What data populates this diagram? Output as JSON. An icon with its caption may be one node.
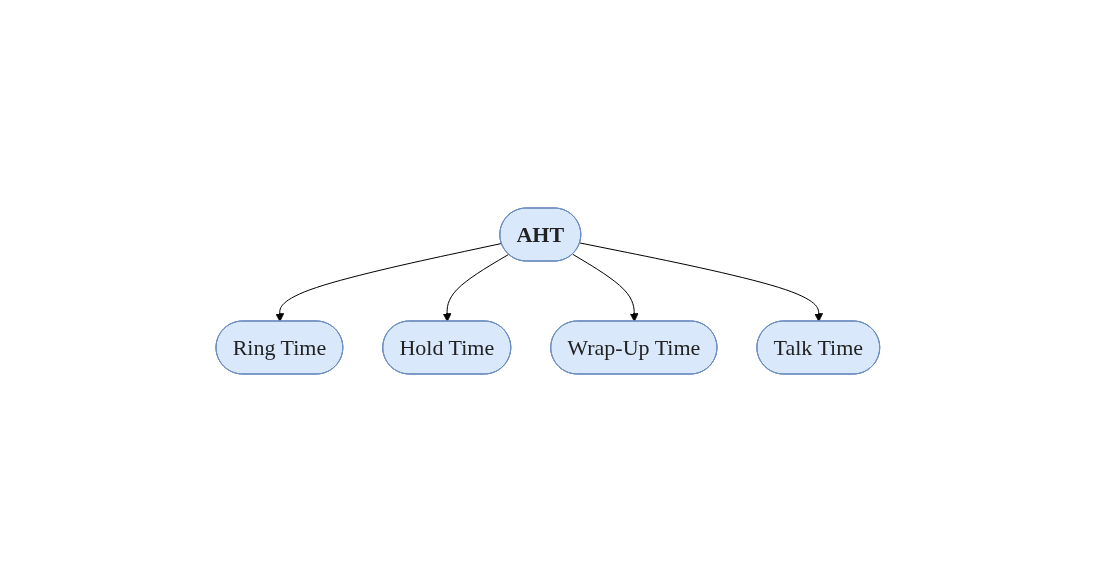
{
  "diagram": {
    "nodes": [
      {
        "text": [
          "AHT"
        ]
      },
      {
        "text": [
          "Ring Time"
        ]
      },
      {
        "text": [
          "Talk Time"
        ]
      },
      {
        "text": [
          "Hold Time"
        ]
      },
      {
        "text": [
          "Wrap-Up Time"
        ]
      }
    ],
    "edges": [
      {
        "from": 0,
        "to": 1,
        "arrow": "to"
      },
      {
        "from": 0,
        "to": 3,
        "arrow": "to"
      },
      {
        "from": 0,
        "to": 4,
        "arrow": "to"
      },
      {
        "from": 0,
        "to": 2,
        "arrow": "to"
      }
    ]
  }
}
